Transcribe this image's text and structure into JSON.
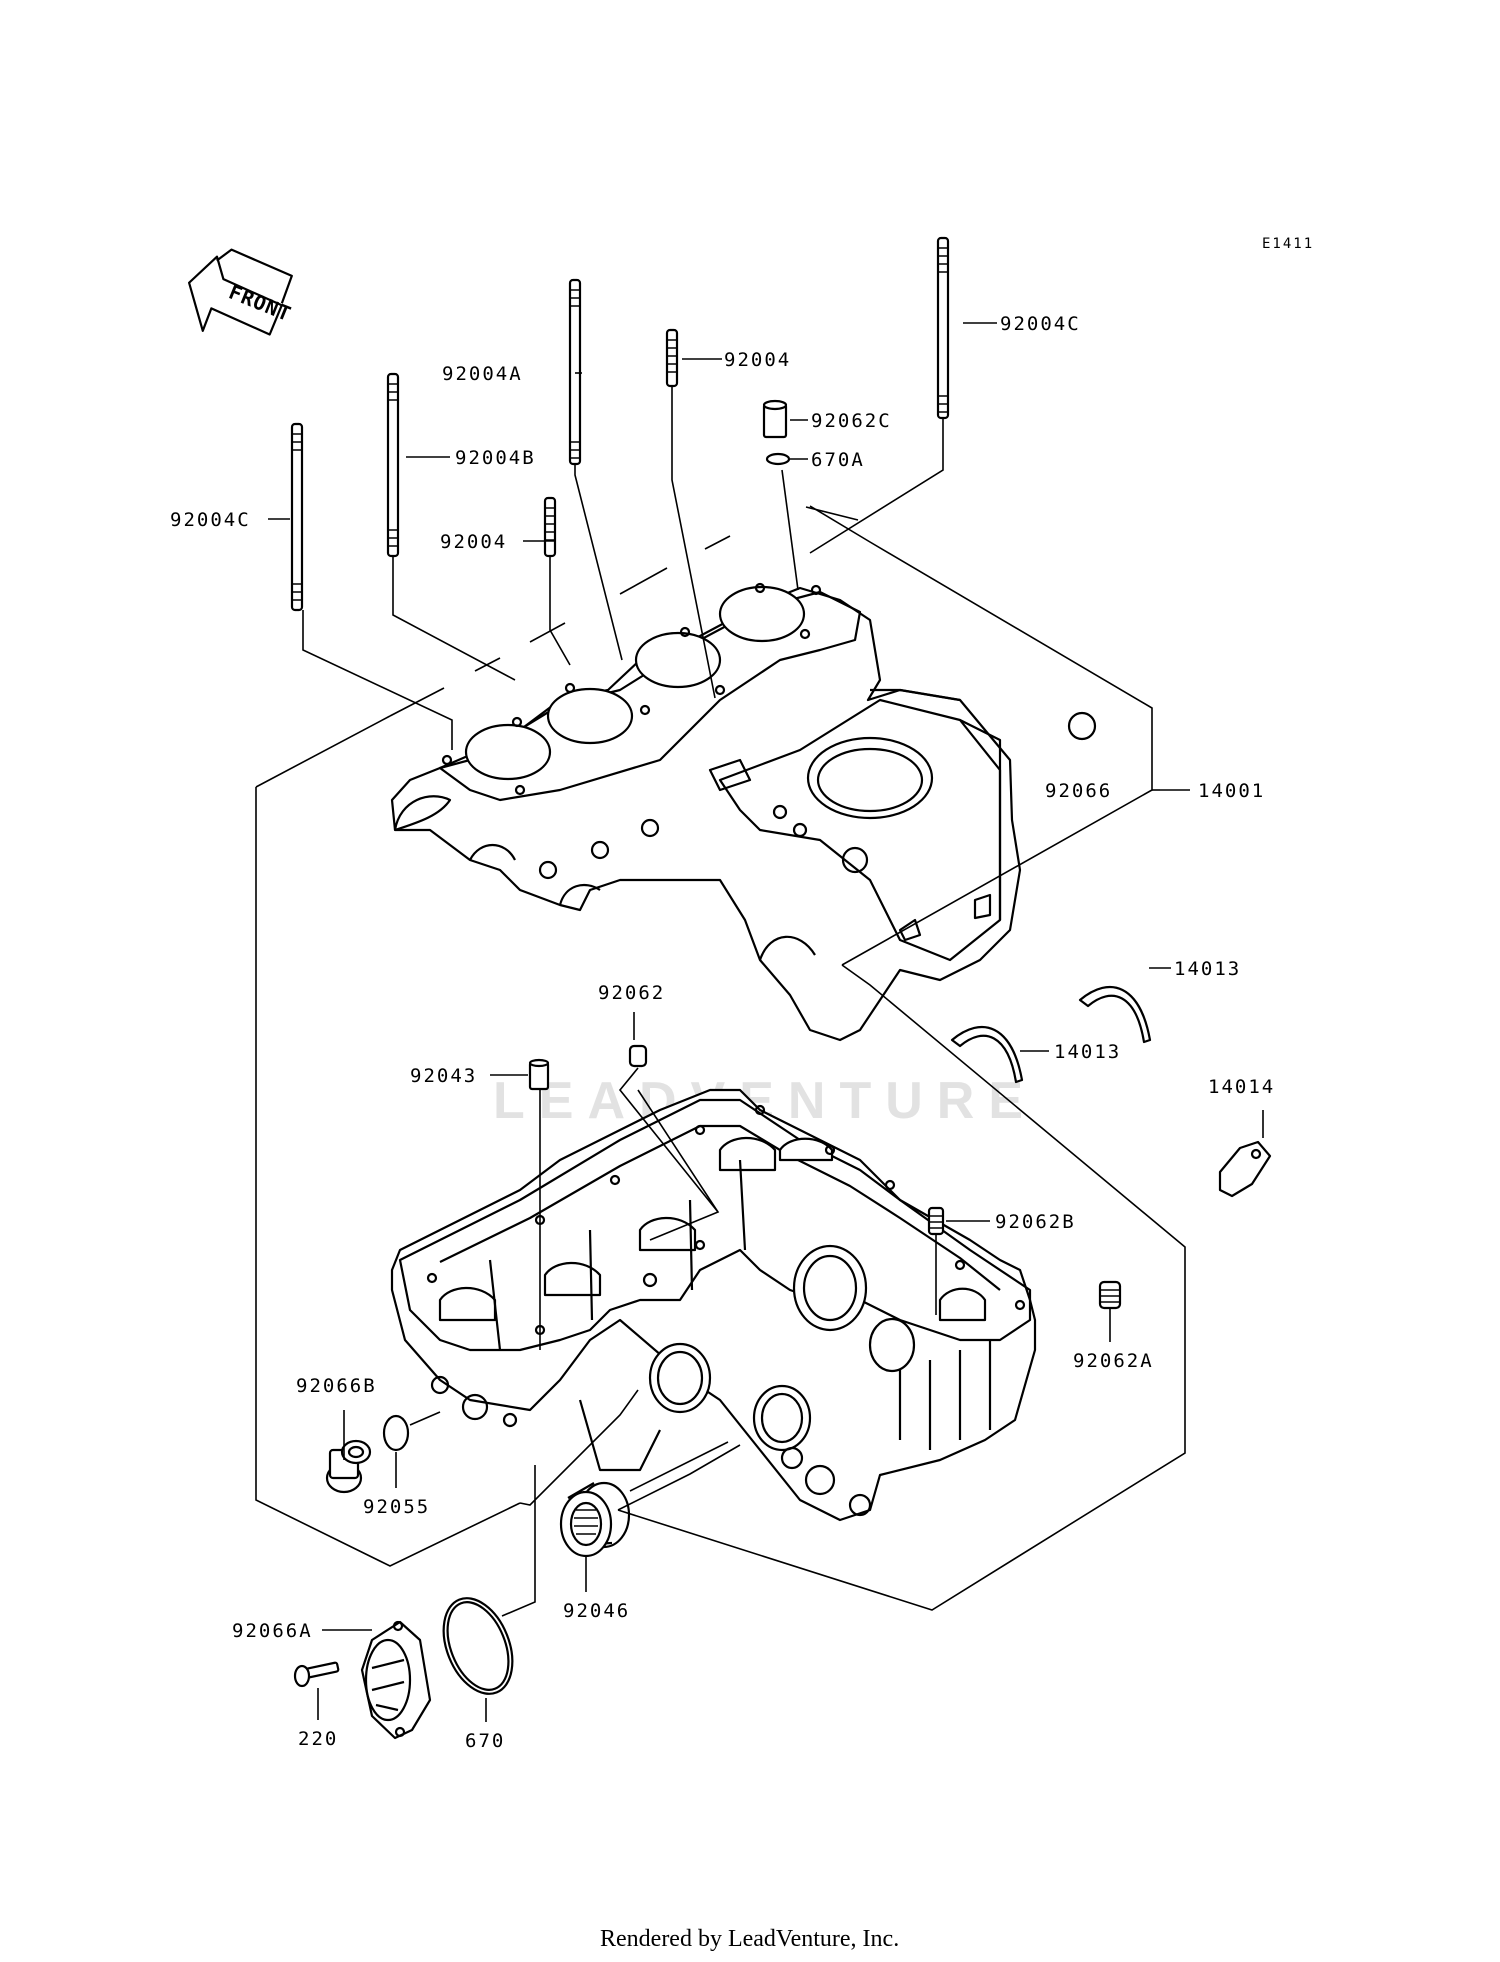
{
  "diagram": {
    "code": "E1411",
    "front_label": "FRONT",
    "watermark": "LEADVENTURE",
    "footer": "Rendered by LeadVenture, Inc.",
    "labels": {
      "p92004C_top": "92004C",
      "p92004": "92004",
      "p92004A": "92004A",
      "p92062C": "92062C",
      "p670A": "670A",
      "p92004B": "92004B",
      "p92004C_left": "92004C",
      "p92004_short": "92004",
      "p92066": "92066",
      "p14001": "14001",
      "p14013_a": "14013",
      "p14013_b": "14013",
      "p14014": "14014",
      "p92062": "92062",
      "p92043": "92043",
      "p92062B": "92062B",
      "p92062A": "92062A",
      "p92066B": "92066B",
      "p92055": "92055",
      "p92046": "92046",
      "p92066A": "92066A",
      "p220": "220",
      "p670": "670"
    }
  }
}
